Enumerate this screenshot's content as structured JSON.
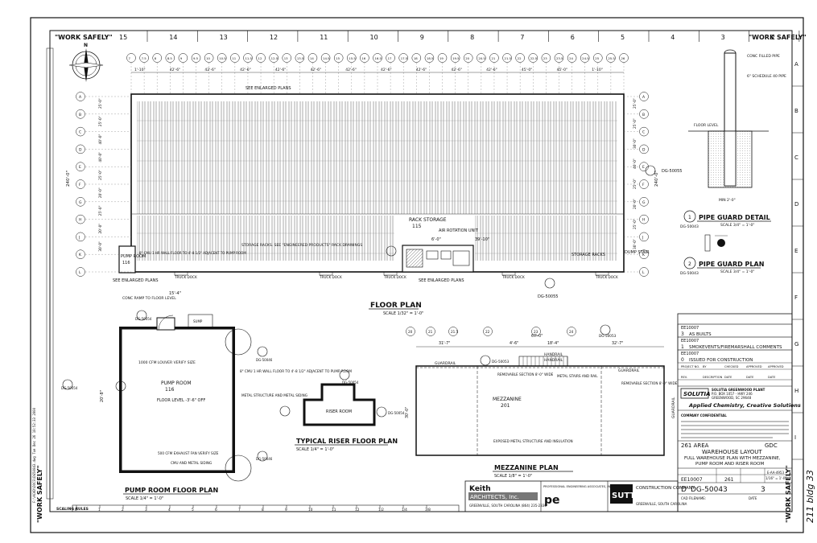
{
  "border": {
    "work_safely_left": "\"WORK SAFELY\"",
    "work_safely_right": "\"WORK SAFELY\"",
    "work_safely_side_left": "\"WORK SAFELY\"",
    "work_safely_side_right": "\"WORK SAFELY\"",
    "column_numbers": [
      "15",
      "14",
      "13",
      "12",
      "11",
      "10",
      "9",
      "8",
      "7",
      "6",
      "5",
      "4",
      "3",
      "2"
    ],
    "row_letters": [
      "A",
      "B",
      "C",
      "D",
      "E",
      "F",
      "G",
      "H",
      "I"
    ],
    "handwritten_note": "211 bldg 33",
    "side_print_text": "F:\\ACAD\\DOCS\\DG50043.dwg  Tue Dec 26 10:52:33 2000"
  },
  "floor_plan": {
    "title": "FLOOR PLAN",
    "scale": "SCALE 1/32\" = 1'-0\"",
    "see_enlarged_top": "SEE ENLARGED PLANS",
    "see_enlarged_left": "SEE ENLARGED PLANS",
    "see_enlarged_mid": "SEE ENLARGED PLANS",
    "pump_room_label": "PUMP ROOM",
    "pump_room_num": "116",
    "rack_storage_label": "RACK STORAGE",
    "rack_storage_num": "115",
    "air_rotation": "AIR ROTATION UNIT",
    "storage_racks_note": "STORAGE RACKS. SEE \"ENGINEERED PRODUCTS\" RACK DRAWINGS",
    "storage_racks_right": "STORAGE RACKS",
    "cmu_note": "8\" CMU 1 HR WALL FLOOR TO 4'-8 1/2\" ADJACENT TO PUMP ROOM",
    "dump_stair": "DUMP STAIR",
    "truck_dock": "TRUCK DOCK",
    "grid_top": [
      "7",
      "7.5",
      "8",
      "8.5",
      "9",
      "9.5",
      "10",
      "10.5",
      "11",
      "11.5",
      "12",
      "12.5",
      "13",
      "13.5",
      "14",
      "14.5",
      "15",
      "15.5",
      "16",
      "16.5",
      "17",
      "17.5",
      "18",
      "18.5",
      "19",
      "19.5",
      "20",
      "20.5",
      "21",
      "21.5",
      "22",
      "22.5",
      "23",
      "23.5",
      "24",
      "24.5",
      "25",
      "25.5",
      "26"
    ],
    "dims_top": [
      "1'-10\"",
      "42'-6\"",
      "42'-6\"",
      "42'-6\"",
      "42'-6\"",
      "42'-6\"",
      "42'-6\"",
      "42'-6\"",
      "42'-6\"",
      "42'-6\"",
      "42'-6\"",
      "45'-0\"",
      "45'-0\"",
      "1'-10\""
    ],
    "grid_left": [
      "A",
      "B",
      "C",
      "D",
      "E",
      "F",
      "G",
      "H",
      "J",
      "K",
      "L"
    ],
    "dims_left": [
      "25'-0\"",
      "25'-0\"",
      "40'-0\"",
      "40'-0\"",
      "25'-0\"",
      "20'-0\"",
      "25'-0\"",
      "20'-0\"",
      "30'-0\""
    ],
    "dims_right": [
      "25'-0\"",
      "25'-0\"",
      "30'-0\"",
      "40'-0\"",
      "25'-0\"",
      "20'-0\"",
      "25'-0\"",
      "30'-0\""
    ],
    "overall_left": "240'-0\"",
    "overall_right": "240'-0\"",
    "detail_refs": [
      "DG-50055",
      "DG-50055",
      "DG-50043"
    ],
    "interior_dims": [
      "6'-0\"",
      "39'-10\""
    ]
  },
  "pump_room_plan": {
    "title": "PUMP ROOM FLOOR PLAN",
    "scale": "SCALE 1/4\" = 1'-0\"",
    "notes": [
      "CONC RAMP TO FLOOR LEVEL",
      "1000 CFM LOUVER VERIFY SIZE",
      "8\" CMU 1 HR WALL FLOOR TO 4'-8 1/2\" ADJACENT TO PUMP ROOM",
      "METAL STRUCTURE AND METAL SIDING",
      "500 CFM EXHAUST FAN VERIFY SIZE",
      "CMU AND METAL SIDING"
    ],
    "room_name": "PUMP ROOM",
    "room_num": "116",
    "floor_level": "FLOOR LEVEL -3'-6\" OFF",
    "dim_top": "15'-4\"",
    "dim_left": "20'-8\"",
    "refs": [
      "DG-50054",
      "DG-50046",
      "DG-50054",
      "DG-50046"
    ],
    "sump": "SUMP"
  },
  "riser_plan": {
    "title": "TYPICAL RISER FLOOR PLAN",
    "scale": "SCALE 1/4\" = 1'-0\"",
    "room": "RISER ROOM",
    "refs": [
      "DG-50054",
      "DG-50054"
    ]
  },
  "mezzanine_plan": {
    "title": "MEZZANINE PLAN",
    "scale": "SCALE 1/8\" = 1'-0\"",
    "room_name": "MEZZANINE",
    "room_num": "201",
    "notes": [
      "GUARDRAIL",
      "HANDRAIL",
      "REMOVABLE SECTION 8'-0\" WIDE",
      "METAL STAIRS AND RAIL",
      "REMOVABLE SECTION 8'-0\" WIDE",
      "GUARDRAIL",
      "EXPOSED METAL STRUCTURE AND INSULATION",
      "HANDRAIL",
      "GUARDRAIL"
    ],
    "dims": [
      "31'-7\"",
      "4'-6\"",
      "18'-4\"",
      "32'-7\"",
      "67'-0\"",
      "30'-0\""
    ],
    "grid": [
      "20",
      "21",
      "21.5",
      "22",
      "23",
      "24"
    ],
    "refs": [
      "DG-50053",
      "DG-50053"
    ]
  },
  "pipe_guard_detail": {
    "title": "PIPE GUARD DETAIL",
    "ref": "DG-50043",
    "scale": "SCALE 3/4\" = 1'-0\"",
    "num": "1",
    "notes": [
      "CONC FILLED PIPE",
      "6\" SCHEDULE 40 PIPE",
      "FLOOR LEVEL",
      "MIN 2'-0\""
    ]
  },
  "pipe_guard_plan": {
    "title": "PIPE GUARD PLAN",
    "ref": "DG-50043",
    "scale": "SCALE 3/4\" = 1'-0\"",
    "num": "2"
  },
  "title_block": {
    "revisions": [
      {
        "num": "3",
        "proj": "EE10007",
        "desc": "AS BUILTS"
      },
      {
        "num": "1",
        "proj": "EE10007",
        "desc": "SMOKEVENTS/FIREMARSHALL COMMENTS"
      },
      {
        "num": "0",
        "proj": "EE10007",
        "desc": "ISSUED FOR CONSTRUCTION"
      }
    ],
    "rev_headers": [
      "PROJECT NO.",
      "BY",
      "CHECKED",
      "APPROVED",
      "APPROVED"
    ],
    "rev_headers2": [
      "REV.",
      "DESCRIPTION",
      "DATE",
      "DATE",
      "DATE"
    ],
    "company": "SOLUTIA",
    "tagline": "Applied Chemistry, Creative Solutions",
    "plant": "SOLUTIA GREENWOOD PLANT",
    "plant_addr1": "P.O. BOX 1057 - HWY 246",
    "plant_addr2": "GREENWOOD, SC  29648",
    "confidential": "COMPANY CONFIDENTIAL",
    "area": "261 AREA",
    "gdc": "GDC",
    "dwg_title1": "WAREHOUSE LAYOUT",
    "dwg_title2": "FULL WAREHOUSE PLAN WITH MEZZANINE,",
    "dwg_title3": "PUMP ROOM AND RISER ROOM",
    "project_no": "EE10007",
    "area_no": "261",
    "scale": "1/16\" = 1'-0\"",
    "size": "D",
    "dwg_no": "DG-50043",
    "rev": "3",
    "cad_file": "CAD FILENAME:",
    "drawn": "DATE",
    "numbers": "E-AA-4953"
  },
  "architect_block": {
    "firm": "Keith",
    "firm2": "ARCHITECTS, Inc.",
    "addr": "GREENVILLE, SOUTH CAROLINA  (864) 235-2336",
    "pe": "pe",
    "pe_text": "PROFESSIONAL ENGINEERING ASSOCIATES, INCORPORATED",
    "sutt": "SUTT",
    "construction": "CONSTRUCTION COMPANY",
    "sutt_addr": "GREENVILLE, SOUTH CAROLINA"
  },
  "scale_bar": {
    "label": "SCALING RULES",
    "marks": [
      "0",
      "1",
      "2",
      "3",
      "4",
      "5",
      "6",
      "7",
      "8",
      "9",
      "10",
      "11",
      "12",
      "1/2",
      "1/4",
      "3/8"
    ]
  }
}
